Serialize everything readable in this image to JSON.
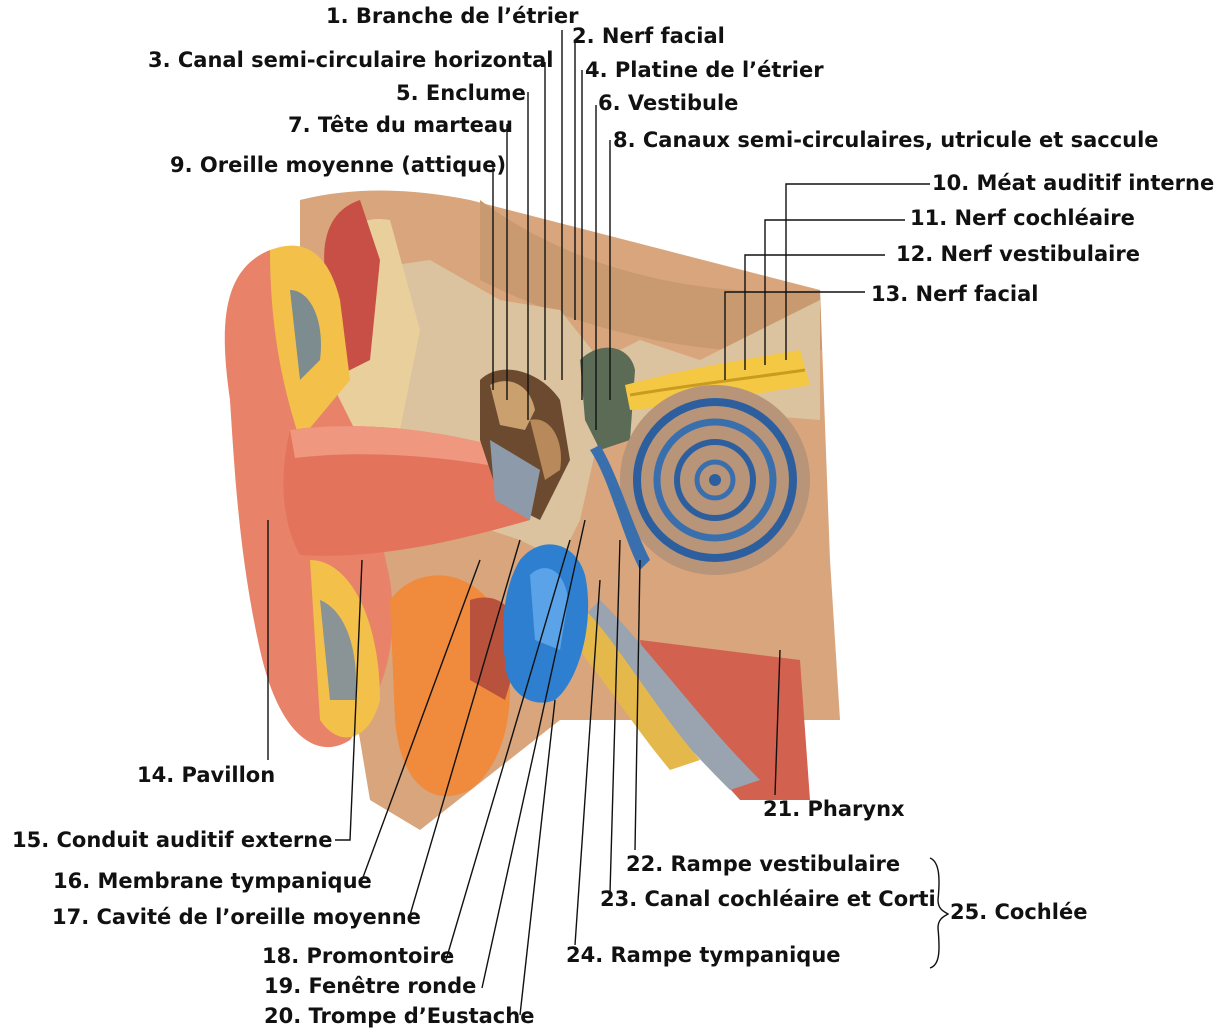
{
  "labels": {
    "l1": "1. Branche de l’étrier",
    "l2": "2. Nerf facial",
    "l3": "3. Canal semi-circulaire horizontal",
    "l4": "4. Platine de l’étrier",
    "l5": "5. Enclume",
    "l6": "6. Vestibule",
    "l7": "7. Tête du marteau",
    "l8": "8. Canaux semi-circulaires, utricule et saccule",
    "l9": "9. Oreille moyenne (attique)",
    "l10": "10. Méat auditif interne",
    "l11": "11. Nerf cochléaire",
    "l12": "12. Nerf vestibulaire",
    "l13": "13. Nerf facial",
    "l14": "14. Pavillon",
    "l15": "15. Conduit auditif externe",
    "l16": "16. Membrane tympanique",
    "l17": "17. Cavité de l’oreille moyenne",
    "l18": "18. Promontoire",
    "l19": "19. Fenêtre ronde",
    "l20": "20. Trompe d’Eustache",
    "l21": "21. Pharynx",
    "l22": "22. Rampe vestibulaire",
    "l23": "23. Canal cochléaire et Corti",
    "l24": "24. Rampe tympanique",
    "l25": "25. Cochlée"
  },
  "colors": {
    "skin": "#e8836a",
    "bone": "#d9b48a",
    "cartilage": "#f2c640",
    "fat": "#f08a3c",
    "tube": "#2f7fd0",
    "muscle": "#c8453a",
    "cochlea": "#b89478",
    "nerve": "#f5c843",
    "line": "#111111"
  }
}
